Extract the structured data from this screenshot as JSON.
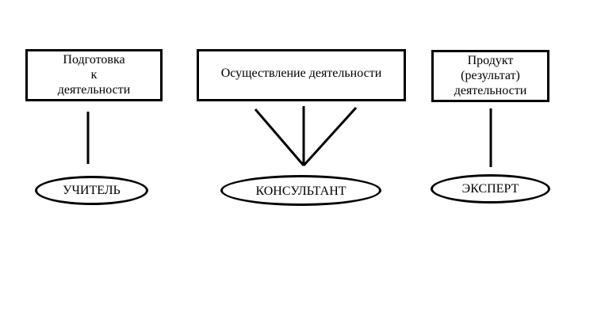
{
  "diagram": {
    "boxes": [
      {
        "key": "preparation",
        "lines": [
          "Подготовка",
          "к",
          "деятельности"
        ]
      },
      {
        "key": "activity",
        "lines": [
          "Осуществление деятельности"
        ]
      },
      {
        "key": "product",
        "lines": [
          "Продукт",
          "(результат)",
          "деятельности"
        ]
      }
    ],
    "ovals": [
      {
        "key": "teacher",
        "label": "УЧИТЕЛЬ"
      },
      {
        "key": "consultant",
        "label": "КОНСУЛЬТАНТ"
      },
      {
        "key": "expert",
        "label": "ЭКСПЕРТ"
      }
    ]
  }
}
